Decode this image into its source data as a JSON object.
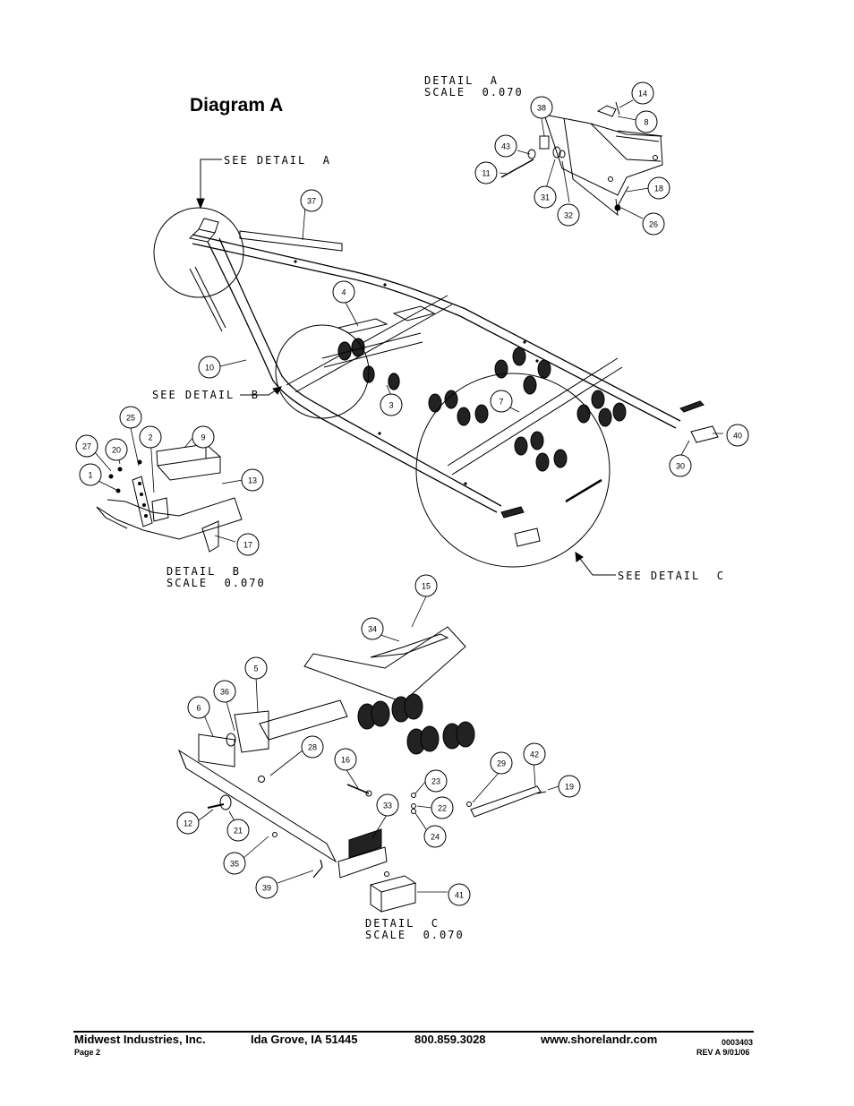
{
  "title": "Diagram A",
  "detail_a": {
    "line1": "DETAIL  A",
    "line2": "SCALE  0.070",
    "see": "SEE DETAIL  A"
  },
  "detail_b": {
    "line1": "DETAIL  B",
    "line2": "SCALE  0.070",
    "see": "SEE DETAIL  B"
  },
  "detail_c": {
    "line1": "DETAIL  C",
    "line2": "SCALE  0.070",
    "see": "SEE DETAIL  C"
  },
  "callouts": [
    "14",
    "38",
    "8",
    "43",
    "11",
    "18",
    "31",
    "32",
    "26",
    "37",
    "4",
    "10",
    "3",
    "7",
    "25",
    "9",
    "27",
    "20",
    "2",
    "1",
    "13",
    "17",
    "40",
    "30",
    "15",
    "34",
    "5",
    "36",
    "6",
    "28",
    "16",
    "23",
    "22",
    "24",
    "29",
    "42",
    "19",
    "33",
    "12",
    "21",
    "35",
    "39",
    "41"
  ],
  "footer": {
    "company": "Midwest Industries, Inc.",
    "city": "Ida Grove, IA  51445",
    "phone": "800.859.3028",
    "web": "www.shorelandr.com",
    "page": "Page 2",
    "doc_number": "0003403",
    "revision": "REV A  9/01/06"
  }
}
